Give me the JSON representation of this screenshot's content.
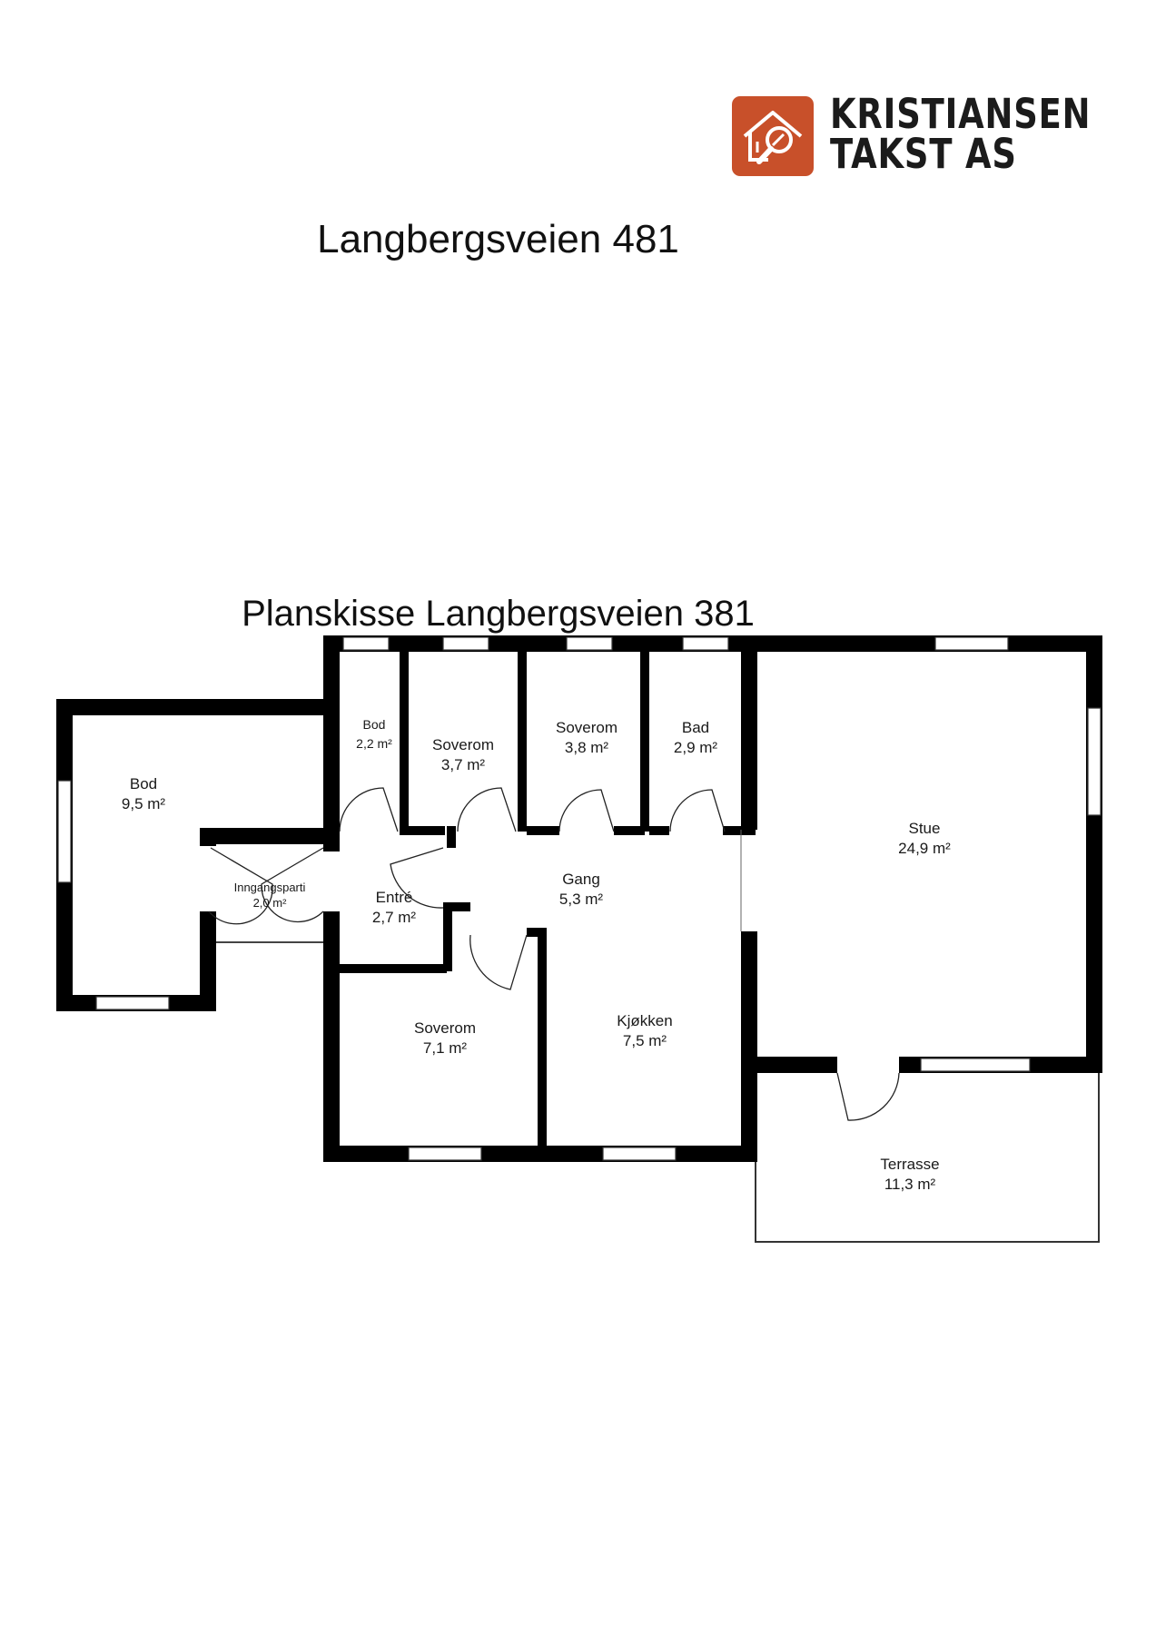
{
  "company": {
    "name_line1": "KRISTIANSEN",
    "name_line2": "TAKST AS",
    "logo_icon": "house-magnifier-icon",
    "brand_color": "#c8502a"
  },
  "page_title": "Langbergsveien 481",
  "plan_title": "Planskisse Langbergsveien 381",
  "rooms": {
    "bod_large": {
      "name": "Bod",
      "area": "9,5 m²"
    },
    "bod_small": {
      "name": "Bod",
      "area": "2,2 m²"
    },
    "soverom_a": {
      "name": "Soverom",
      "area": "3,7 m²"
    },
    "soverom_b": {
      "name": "Soverom",
      "area": "3,8 m²"
    },
    "bad": {
      "name": "Bad",
      "area": "2,9 m²"
    },
    "stue": {
      "name": "Stue",
      "area": "24,9 m²"
    },
    "inngangsparti": {
      "name": "Inngangsparti",
      "area": "2,0 m²"
    },
    "entre": {
      "name": "Entré",
      "area": "2,7 m²"
    },
    "gang": {
      "name": "Gang",
      "area": "5,3 m²"
    },
    "soverom_c": {
      "name": "Soverom",
      "area": "7,1 m²"
    },
    "kjokken": {
      "name": "Kjøkken",
      "area": "7,5 m²"
    },
    "terrasse": {
      "name": "Terrasse",
      "area": "11,3 m²"
    }
  }
}
